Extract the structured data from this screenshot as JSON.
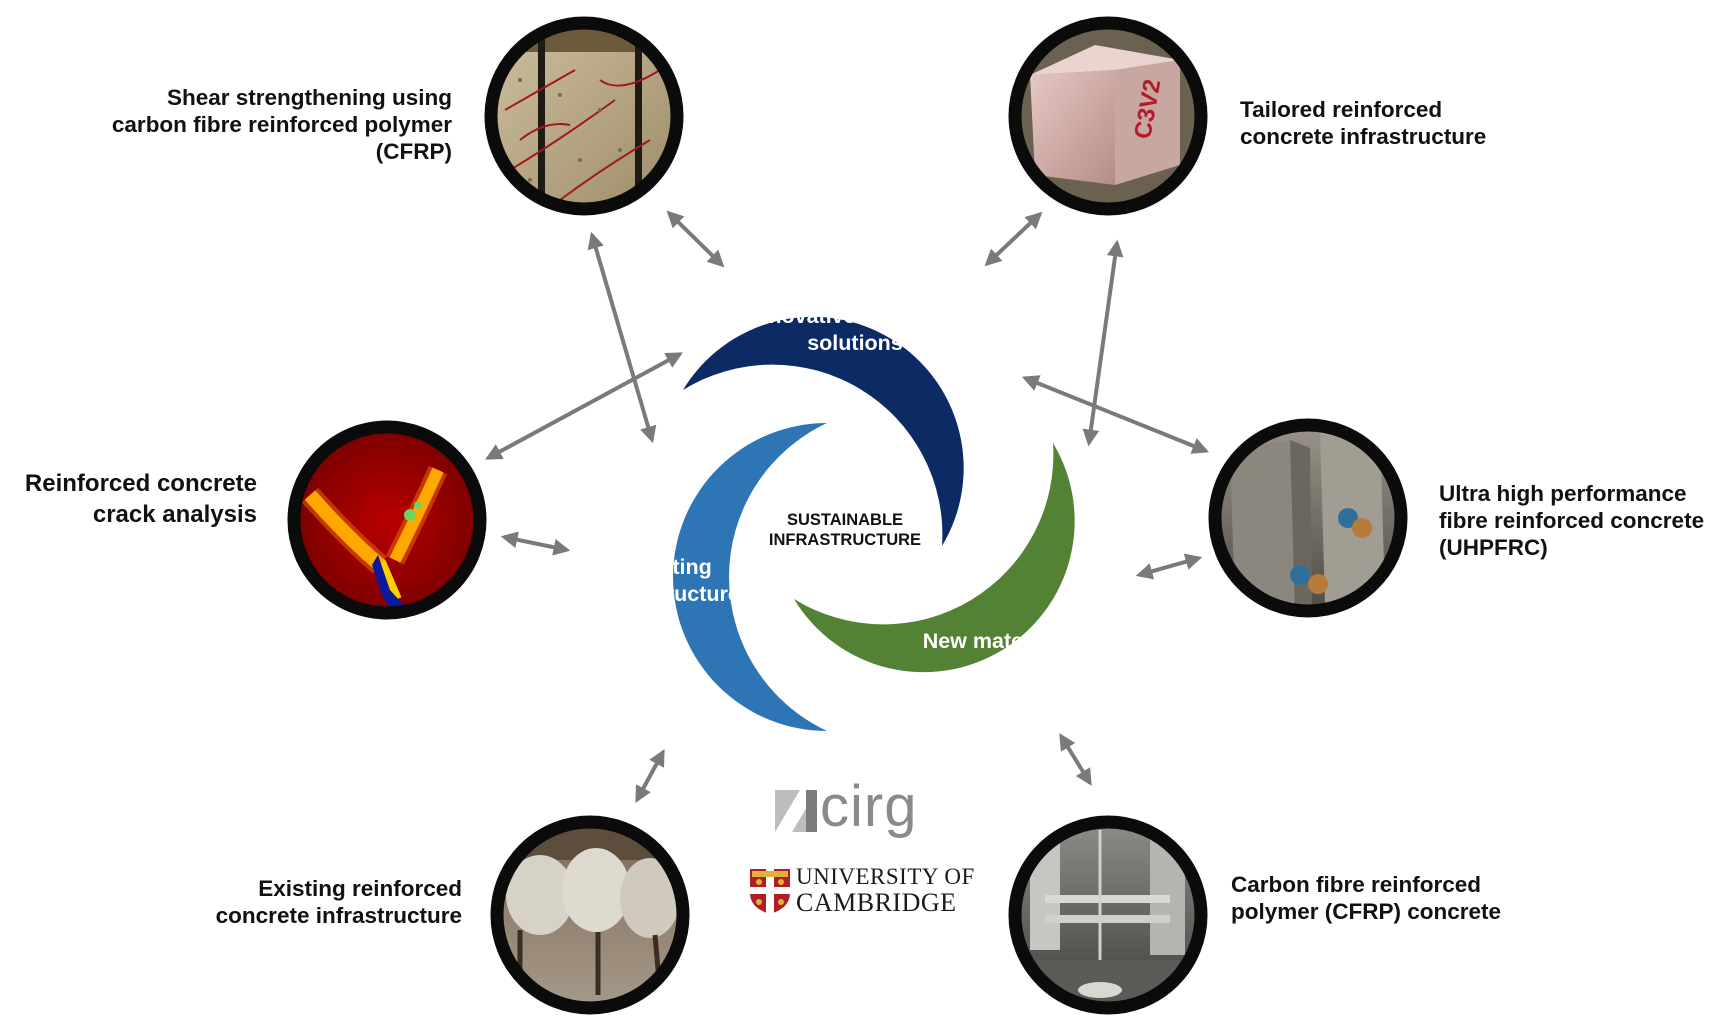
{
  "center": {
    "line1": "SUSTAINABLE",
    "line2": "INFRASTRUCTURE"
  },
  "segments": {
    "innovative": {
      "line1": "Innovative structural",
      "line2": "solutions",
      "color": "#0c2a63"
    },
    "existing": {
      "line1": "Existing",
      "line2": "Infrastructure",
      "color": "#2e75b6"
    },
    "new_materials": {
      "line1": "New materials",
      "color": "#548235"
    }
  },
  "nodes": {
    "cfrp_shear": {
      "line1": "Shear strengthening using",
      "line2": "carbon fibre reinforced polymer",
      "line3": "(CFRP)"
    },
    "tailored": {
      "line1": "Tailored reinforced",
      "line2": "concrete infrastructure"
    },
    "crack": {
      "line1": "Reinforced concrete",
      "line2": "crack analysis"
    },
    "uhpfrc": {
      "line1": "Ultra high performance",
      "line2": "fibre reinforced concrete",
      "line3": "(UHPFRC)"
    },
    "existing_rc": {
      "line1": "Existing reinforced",
      "line2": "concrete infrastructure"
    },
    "cfrp_concrete": {
      "line1": "Carbon fibre reinforced",
      "line2": "polymer (CFRP) concrete"
    }
  },
  "logos": {
    "cirg": "cirg",
    "university_line1": "UNIVERSITY OF",
    "university_line2": "CAMBRIDGE"
  },
  "colors": {
    "arrow": "#7a7a7a",
    "ring": "#0b0b0b"
  }
}
